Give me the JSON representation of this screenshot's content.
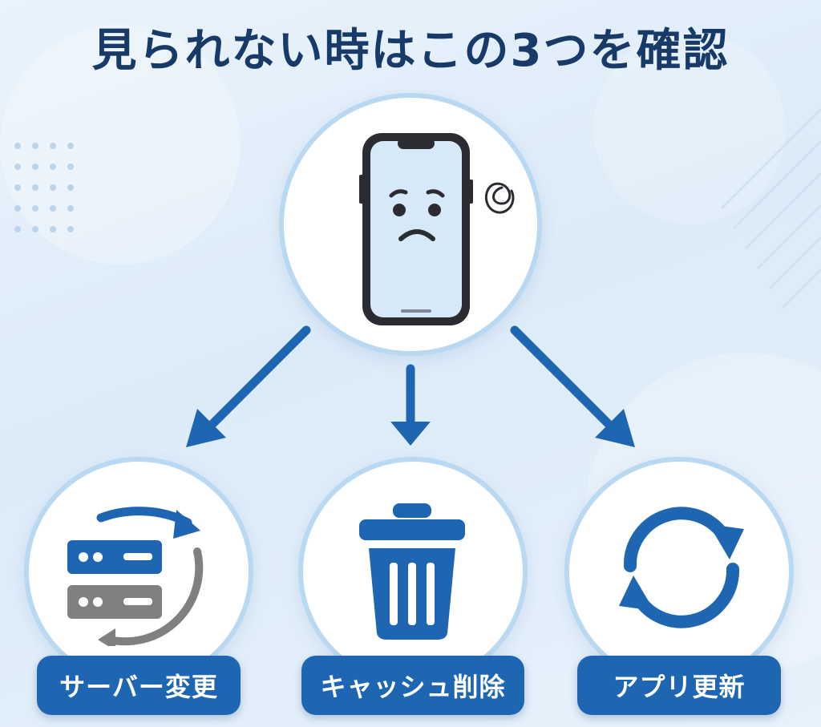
{
  "title": "見られない時はこの3つを確認",
  "center": {
    "icon": "confused-smartphone-icon"
  },
  "items": [
    {
      "label": "サーバー変更",
      "icon": "server-switch-icon"
    },
    {
      "label": "キャッシュ削除",
      "icon": "trash-can-icon"
    },
    {
      "label": "アプリ更新",
      "icon": "refresh-icon"
    }
  ],
  "colors": {
    "primary": "#1f66b2",
    "title": "#173a68",
    "circle_border": "#b9d8f1",
    "gray": "#808080",
    "screen": "#d7e8f8"
  }
}
